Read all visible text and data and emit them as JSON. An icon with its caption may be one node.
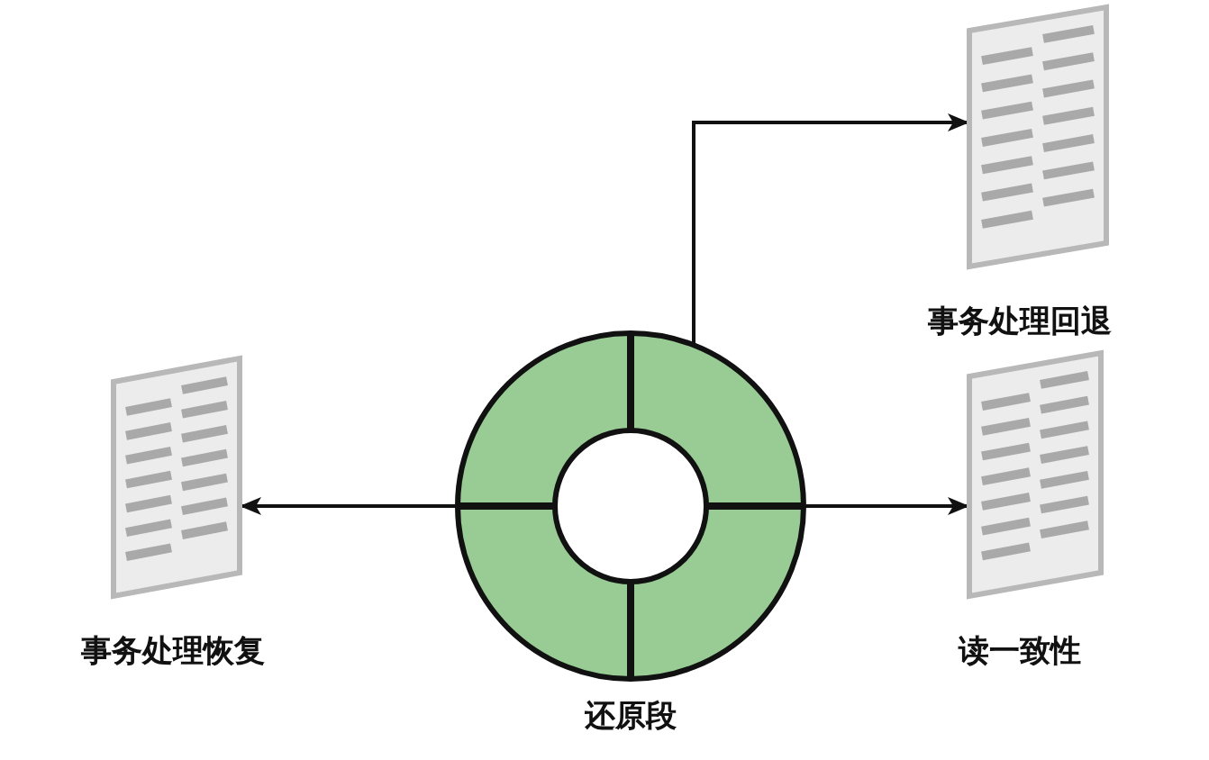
{
  "diagram": {
    "nodes": [
      {
        "text": [
          "事务处理回退"
        ]
      },
      {
        "text": [
          "事务处理恢复"
        ]
      },
      {
        "text": [
          "还原段"
        ]
      },
      {
        "text": [
          "读一致性"
        ]
      }
    ],
    "edges": [
      {
        "from": 2,
        "to": 0,
        "arrow": "to"
      },
      {
        "from": 2,
        "to": 1,
        "arrow": "to"
      },
      {
        "from": 2,
        "to": 3,
        "arrow": "to"
      }
    ]
  }
}
